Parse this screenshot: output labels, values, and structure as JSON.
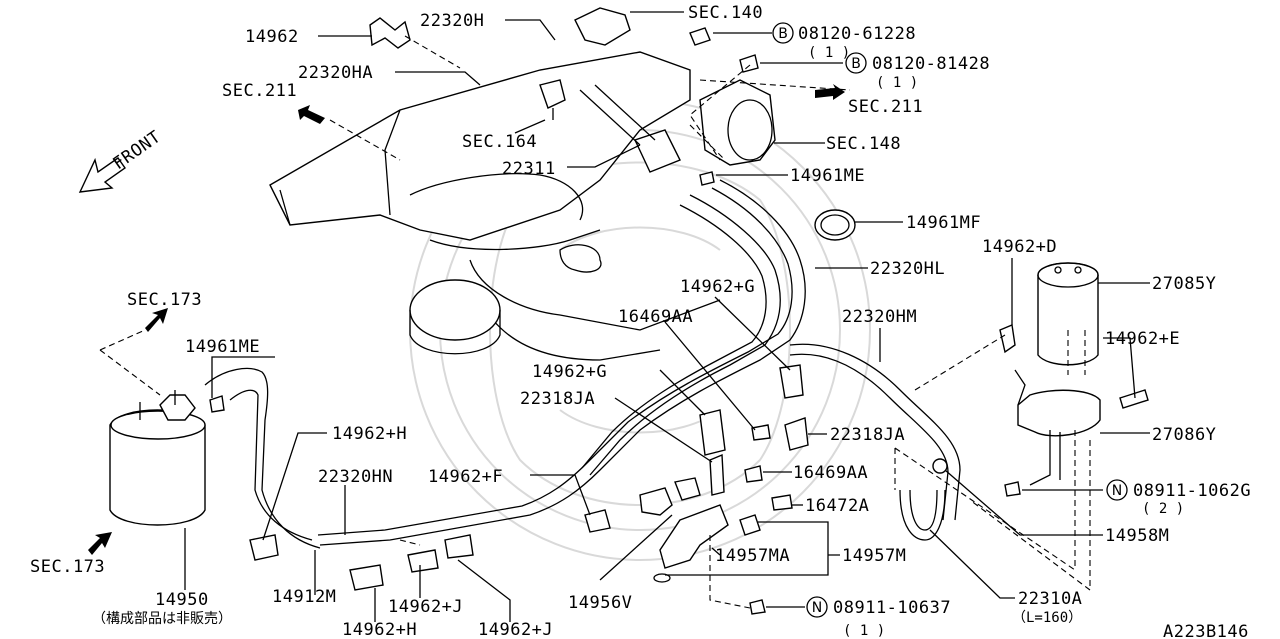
{
  "title": "",
  "diagram_code": "A223B146",
  "direction": "FRONT",
  "refs": {
    "sec140": "SEC.140",
    "sec211_left": "SEC.211",
    "sec211_right": "SEC.211",
    "sec164": "SEC.164",
    "sec148": "SEC.148",
    "sec173_top": "SEC.173",
    "sec173_bottom": "SEC.173"
  },
  "bolts": {
    "b1": {
      "symbol": "B",
      "code": "08120-61228",
      "qty": "( 1 )"
    },
    "b2": {
      "symbol": "B",
      "code": "08120-81428",
      "qty": "( 1 )"
    },
    "n1": {
      "symbol": "N",
      "code": "08911-1062G",
      "qty": "( 2 )"
    },
    "n2": {
      "symbol": "N",
      "code": "08911-10637",
      "qty": "( 1 )"
    }
  },
  "parts": {
    "p14962": "14962",
    "p22320H": "22320H",
    "p22320HA": "22320HA",
    "p22311": "22311",
    "p14961ME_top": "14961ME",
    "p14961MF": "14961MF",
    "p22320HL": "22320HL",
    "p14962D": "14962+D",
    "p27085Y": "27085Y",
    "p14962G_a": "14962+G",
    "p16469AA_a": "16469AA",
    "p22320HM": "22320HM",
    "p14962E": "14962+E",
    "p14961ME_left": "14961ME",
    "p14962G_b": "14962+G",
    "p22318JA_a": "22318JA",
    "p22318JA_b": "22318JA",
    "p27086Y": "27086Y",
    "p14962H_a": "14962+H",
    "p22320HN": "22320HN",
    "p14962F": "14962+F",
    "p16469AA_b": "16469AA",
    "p16472A": "16472A",
    "p14958M": "14958M",
    "p14957MA": "14957MA",
    "p14957M": "14957M",
    "p14950": "14950",
    "p14950_note": "（構成部品は非販売）",
    "p14912M": "14912M",
    "p14962J_a": "14962+J",
    "p14956V": "14956V",
    "p22310A": "22310A",
    "p22310A_len": "（L=160）",
    "p14962H_b": "14962+H",
    "p14962J_b": "14962+J"
  }
}
